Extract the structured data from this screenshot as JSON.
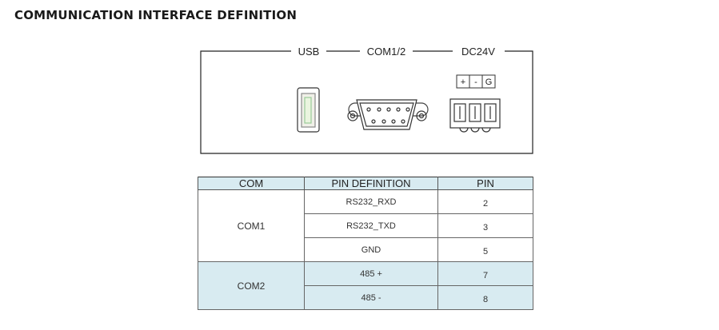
{
  "title": "COMMUNICATION INTERFACE DEFINITION",
  "panel": {
    "labels": {
      "usb": "USB",
      "com": "COM1/2",
      "power": "DC24V"
    },
    "terminal_labels": [
      "+",
      "-",
      "G"
    ]
  },
  "table": {
    "headers": [
      "COM",
      "PIN DEFINITION",
      "PIN"
    ],
    "groups": [
      {
        "com": "COM1",
        "rows": [
          {
            "definition": "RS232_RXD",
            "pin": "2"
          },
          {
            "definition": "RS232_TXD",
            "pin": "3"
          },
          {
            "definition": "GND",
            "pin": "5"
          }
        ]
      },
      {
        "com": "COM2",
        "rows": [
          {
            "definition": "485 +",
            "pin": "7"
          },
          {
            "definition": "485 -",
            "pin": "8"
          }
        ]
      }
    ]
  },
  "colors": {
    "header_fill": "#d8ebf1",
    "line": "#333333"
  }
}
